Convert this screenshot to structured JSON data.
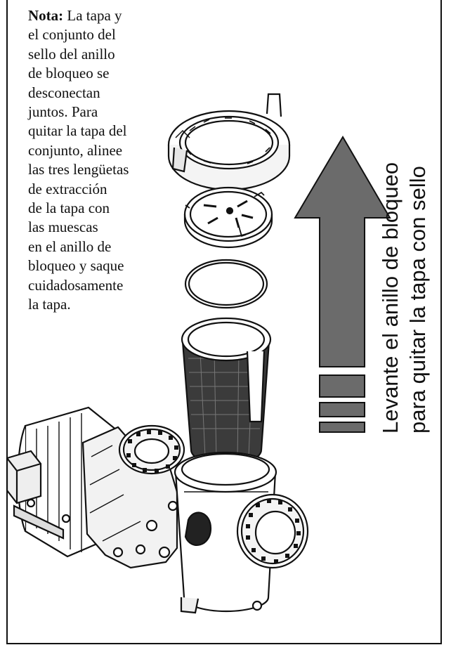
{
  "note": {
    "label": "Nota:",
    "lines": [
      " La tapa y",
      "el conjunto del",
      "sello del anillo",
      "de bloqueo se",
      "desconectan",
      "juntos. Para",
      "quitar la tapa del",
      "conjunto, alinee",
      "las tres lengüetas",
      "de extracción",
      "de la tapa con",
      "las muescas",
      "en el anillo de",
      "bloqueo y saque",
      "cuidadosamente",
      "la tapa."
    ]
  },
  "instruction": {
    "line1": "Levante el anillo de bloqueo",
    "line2": "para quitar la tapa con sello"
  },
  "colors": {
    "arrow_fill": "#6b6b6b",
    "outline": "#111111"
  },
  "icons": {
    "arrow": "up-arrow-icon",
    "lock_ring": "lock-ring-icon",
    "lid": "lid-icon",
    "o_ring": "o-ring-icon",
    "basket": "strainer-basket-icon",
    "pump": "pump-icon"
  }
}
